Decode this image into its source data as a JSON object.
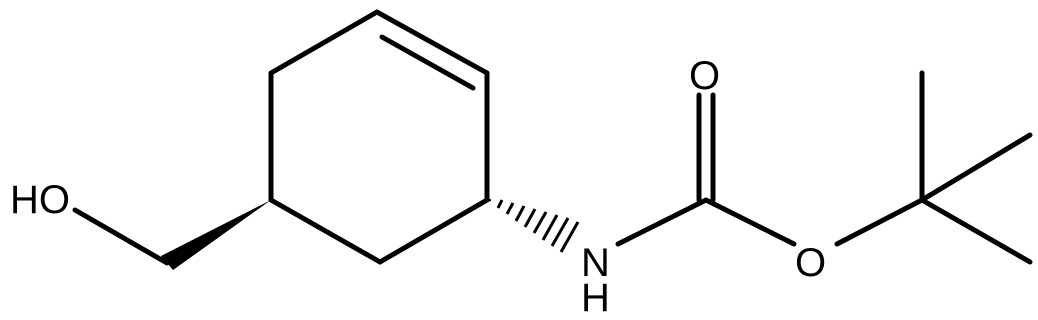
{
  "atoms": {
    "hydroxyl": "HO",
    "carbonyl_oxygen": "O",
    "ester_oxygen": "O",
    "nitrogen": "N",
    "nitrogen_hydrogen": "H"
  },
  "colors": {
    "bond": "#000000",
    "background": "#ffffff"
  }
}
